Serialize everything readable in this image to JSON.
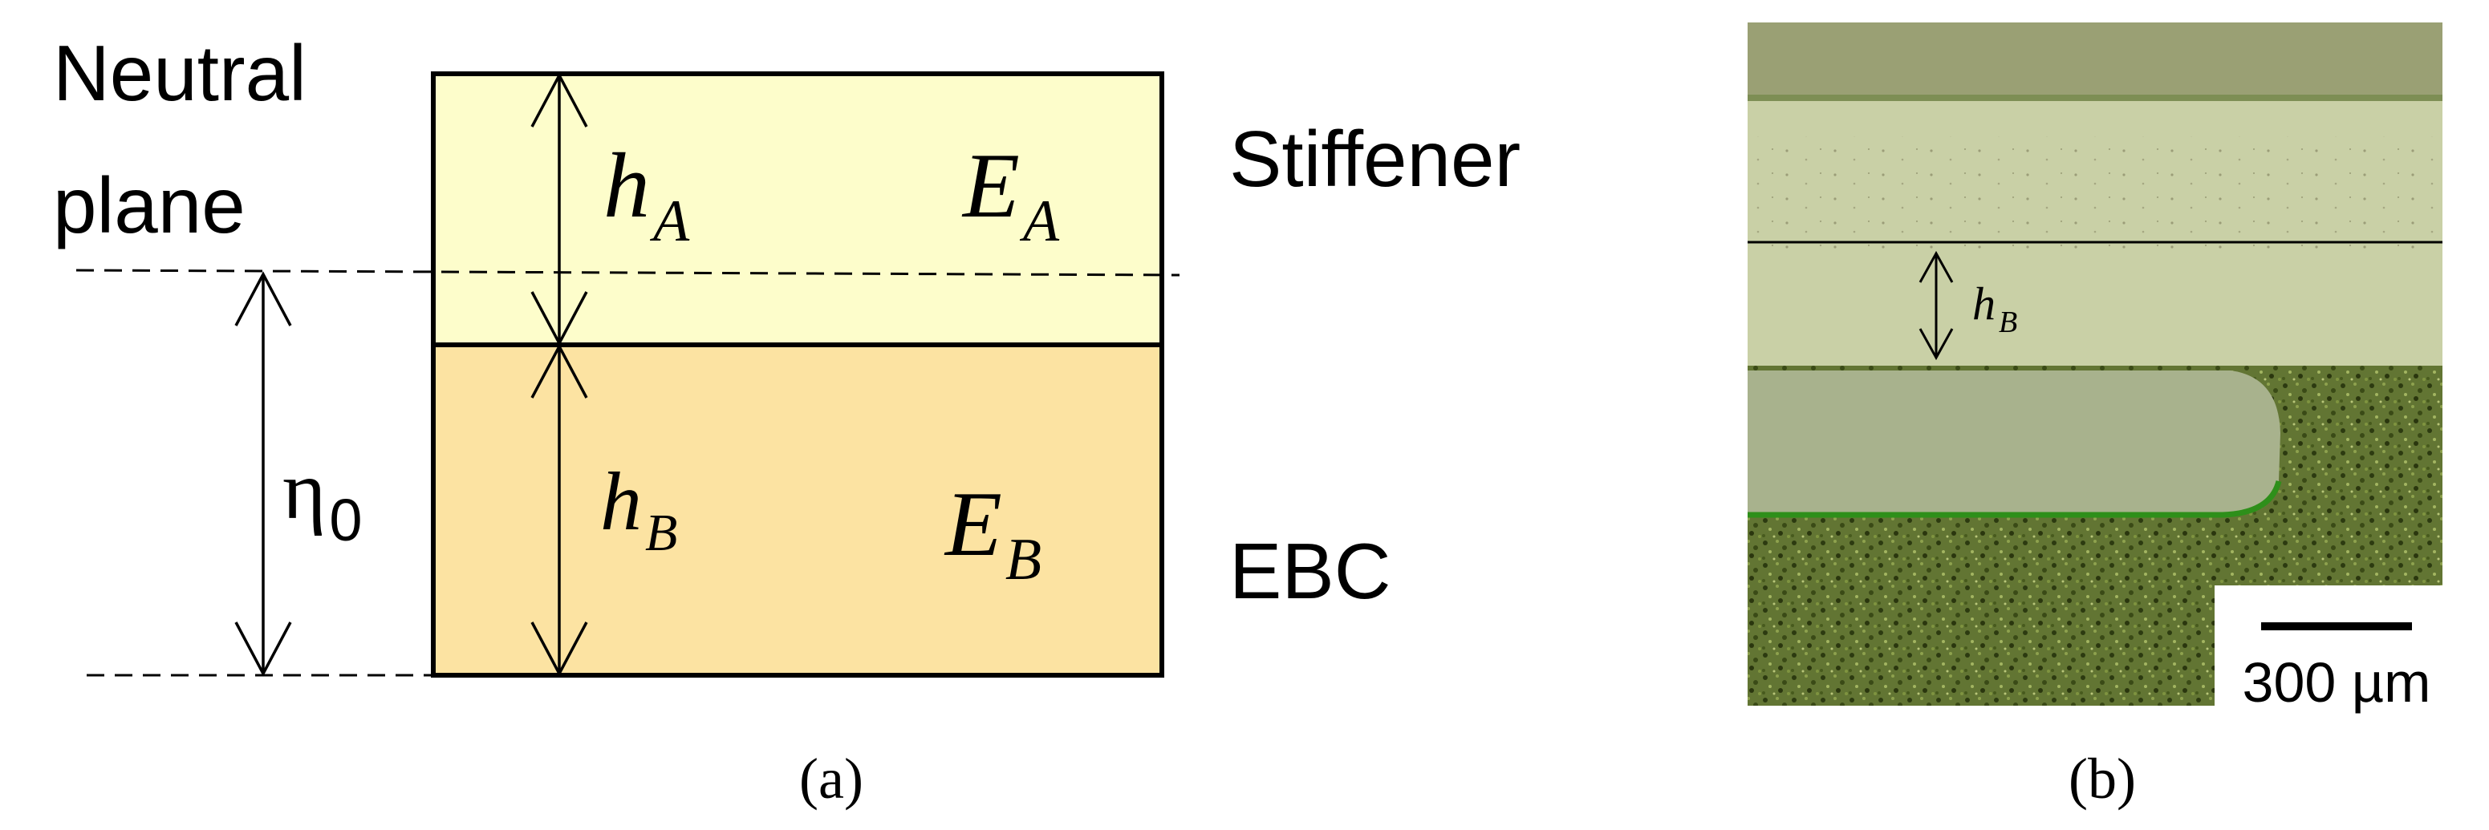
{
  "colors": {
    "stiffener_fill": "#fdfdcb",
    "ebc_fill": "#fce3a2",
    "stroke": "#000000",
    "micro_top": "#9aa074",
    "micro_band": "#c9d0a6",
    "micro_edge": "#7d8e54",
    "micro_base": "#5e6f2a",
    "micro_dark": "#2f3d12",
    "micro_tongue": "#a8b28d"
  },
  "panel_a": {
    "neutral_plane_line1": "Neutral",
    "neutral_plane_line2": "plane",
    "layer_a": {
      "thickness_var": "h",
      "thickness_sub": "A",
      "modulus_var": "E",
      "modulus_sub": "A",
      "name": "Stiffener"
    },
    "layer_b": {
      "thickness_var": "h",
      "thickness_sub": "B",
      "modulus_var": "E",
      "modulus_sub": "B",
      "name": "EBC"
    },
    "eta_symbol": "η",
    "eta_sub": "0",
    "caption": "(a)"
  },
  "panel_b": {
    "thickness_var": "h",
    "thickness_sub": "B",
    "scale_bar_label": "300 µm",
    "caption": "(b)"
  }
}
